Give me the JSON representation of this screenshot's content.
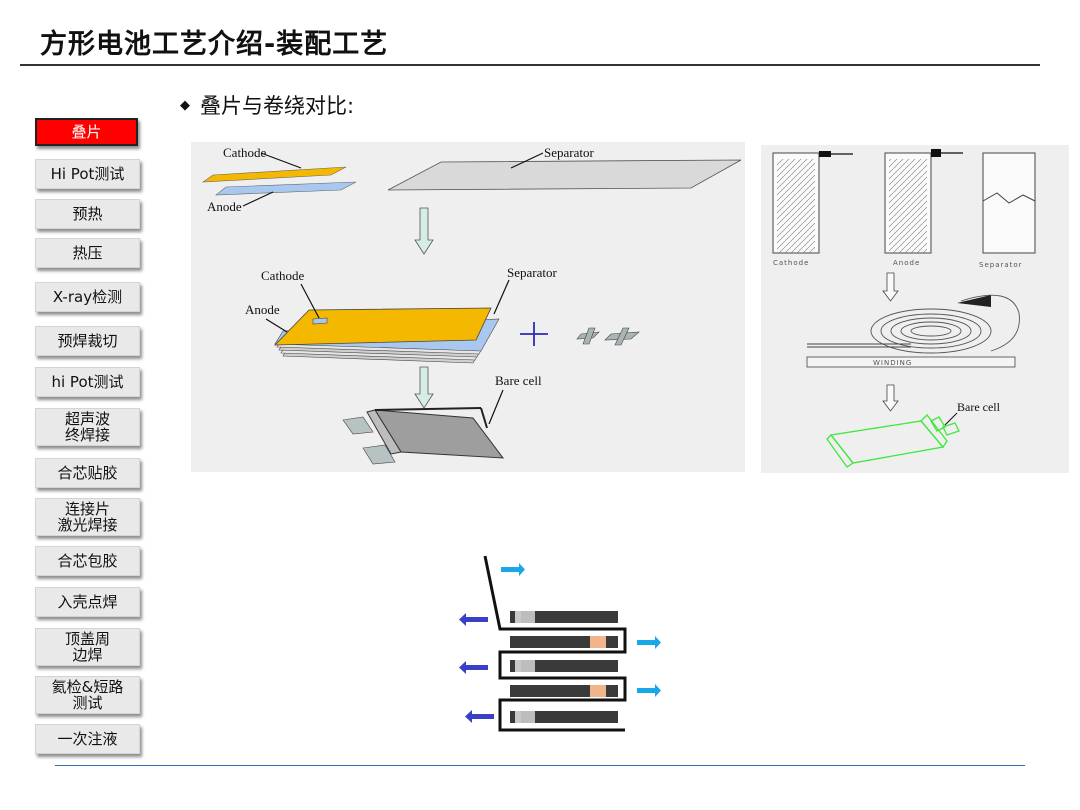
{
  "page": {
    "title": "方形电池工艺介绍-装配工艺",
    "subtitle": "叠片与卷绕对比:",
    "bullet": "◆"
  },
  "nav": [
    {
      "line1": "叠片",
      "line2": "",
      "active": true
    },
    {
      "line1": "Hi Pot测试",
      "line2": ""
    },
    {
      "line1": "预热",
      "line2": ""
    },
    {
      "line1": "热压",
      "line2": ""
    },
    {
      "line1": "X-ray检测",
      "line2": ""
    },
    {
      "line1": "预焊裁切",
      "line2": ""
    },
    {
      "line1": "hi Pot测试",
      "line2": ""
    },
    {
      "line1": "超声波",
      "line2": "终焊接"
    },
    {
      "line1": "合芯贴胶",
      "line2": ""
    },
    {
      "line1": "连接片",
      "line2": "激光焊接"
    },
    {
      "line1": "合芯包胶",
      "line2": ""
    },
    {
      "line1": "入壳点焊",
      "line2": ""
    },
    {
      "line1": "顶盖周",
      "line2": "边焊"
    },
    {
      "line1": "氦检&短路",
      "line2": "测试"
    },
    {
      "line1": "一次注液",
      "line2": ""
    }
  ],
  "stacking_figure": {
    "cathode": "Cathode",
    "anode": "Anode",
    "separator": "Separator",
    "cathode_2": "Cathode",
    "anode_2": "Anode",
    "separator_2": "Separator",
    "bare_cell": "Bare cell",
    "colors": {
      "cathode": "#f5b800",
      "anode": "#a8c8f0",
      "arrow": "#d6ece6"
    }
  },
  "winding_figure": {
    "cathode": "Cathode",
    "anode": "Anode",
    "separator": "Separator",
    "winding": "WINDING",
    "bare_cell": "Bare cell",
    "colors": {
      "cell": "#3ee83e"
    }
  },
  "zigzag_figure": {
    "colors": {
      "right_arrow": "#1aa7e8",
      "left_arrow": "#3a3fc8",
      "plate": "#3a3a3a",
      "tab": "#f2b48a"
    }
  }
}
